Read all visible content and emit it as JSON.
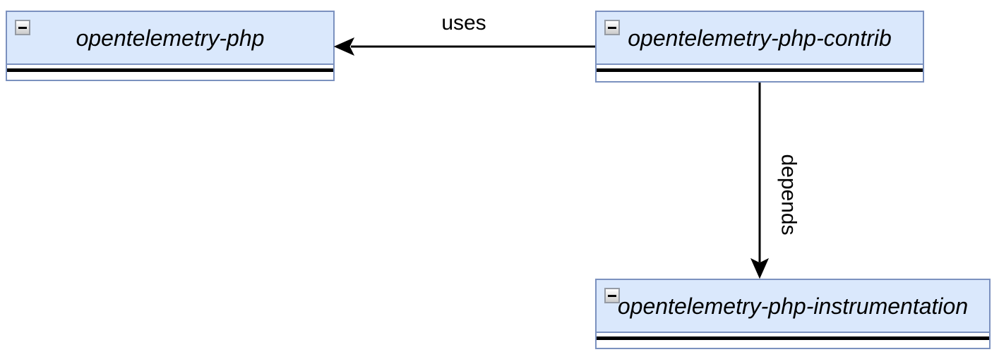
{
  "diagram": {
    "type": "uml-package-diagram",
    "background_color": "#ffffff",
    "node_fill_color": "#dae8fc",
    "node_border_color": "#7b91bf",
    "edge_color": "#000000",
    "nodes": [
      {
        "label": "opentelemetry-php",
        "collapse_icon": "minus-icon"
      },
      {
        "label": "opentelemetry-php-contrib",
        "collapse_icon": "minus-icon"
      },
      {
        "label": "opentelemetry-php-instrumentation",
        "collapse_icon": "minus-icon"
      }
    ],
    "edges": [
      {
        "label": "uses",
        "from": "opentelemetry-php-contrib",
        "to": "opentelemetry-php",
        "direction": "left"
      },
      {
        "label": "depends",
        "from": "opentelemetry-php-contrib",
        "to": "opentelemetry-php-instrumentation",
        "direction": "down"
      }
    ]
  }
}
